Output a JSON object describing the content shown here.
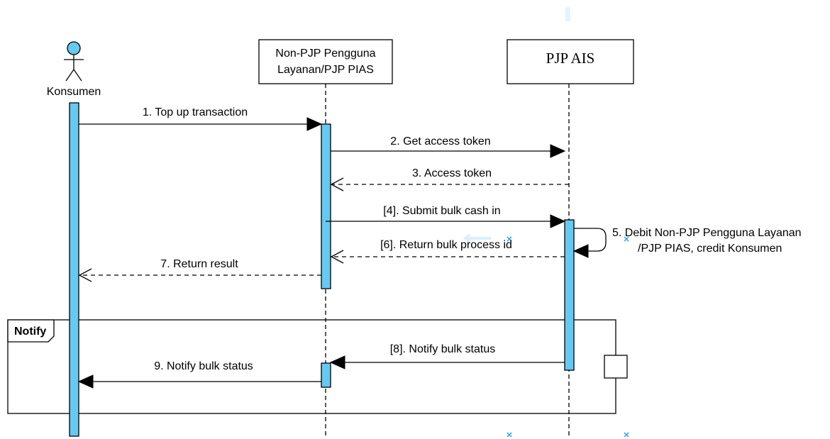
{
  "participants": {
    "actor": "Konsumen",
    "pias_line1": "Non-PJP Pengguna",
    "pias_line2": "Layanan/PJP PIAS",
    "ais": "PJP AIS"
  },
  "messages": {
    "m1": "1. Top up transaction",
    "m2": "2. Get access token",
    "m3": "3. Access token",
    "m4": "[4]. Submit bulk cash in",
    "m5_line1": "5. Debit Non-PJP Pengguna Layanan",
    "m5_line2": "/PJP PIAS, credit Konsumen",
    "m6": "[6]. Return bulk process id",
    "m7": "7. Return result",
    "m8": "[8]. Notify bulk status",
    "m9": "9. Notify bulk status"
  },
  "fragment": {
    "label": "Notify"
  },
  "colors": {
    "activation": "#66c9f2",
    "selection_marker": "#3aaee8",
    "line": "#000000"
  }
}
